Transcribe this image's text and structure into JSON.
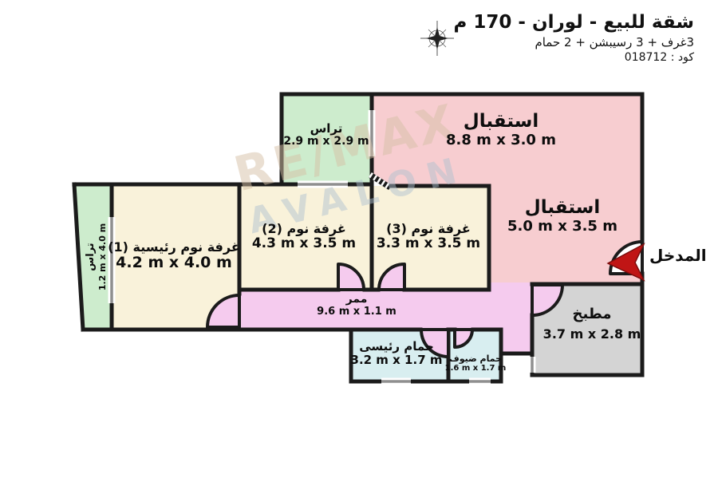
{
  "header": {
    "title": "شقة للبيع - لوران - 170 م",
    "subtitle": "3غرف + 3 رسيبشن + 2 حمام",
    "code": "كود : 018712"
  },
  "entrance": {
    "label": "المدخل"
  },
  "watermark": {
    "line1": "RE/MAX",
    "line2": "AVALON"
  },
  "rooms": {
    "top_terrace": {
      "name": "تراس",
      "dims": "2.9 m x 2.9 m"
    },
    "reception_main": {
      "name": "استقبال",
      "dims": "8.8 m x 3.0 m"
    },
    "reception_second": {
      "name": "استقبال",
      "dims": "5.0 m x 3.5 m"
    },
    "master_bedroom": {
      "name": "غرفة نوم رئيسية (1)",
      "dims": "4.2 m x 4.0 m"
    },
    "side_terrace": {
      "name": "تراس",
      "dims": "1.2 m x 4.0 m"
    },
    "bedroom_2": {
      "name": "غرفة نوم (2)",
      "dims": "4.3 m x 3.5 m"
    },
    "bedroom_3": {
      "name": "غرفة نوم (3)",
      "dims": "3.3 m x 3.5 m"
    },
    "corridor": {
      "name": "ممر",
      "dims": "9.6 m x 1.1 m"
    },
    "master_bathroom": {
      "name": "حمام رئيسى",
      "dims": "3.2 m x 1.7 m"
    },
    "guest_bathroom": {
      "name": "حمام ضيوف",
      "dims": "1.6 m x 1.7 m"
    },
    "kitchen": {
      "name": "مطبخ",
      "dims": "3.7 m x 2.8 m"
    }
  },
  "colors": {
    "wall": "#1b1b1b",
    "terrace": "#cdeccd",
    "reception": "#f7cdd0",
    "bedroom": "#f9f2da",
    "corridor": "#f5cbee",
    "bathroom": "#d8eef0",
    "kitchen": "#d4d4d4",
    "window_sill": "#8f8f8f",
    "entrance_arrow": "#c01515",
    "outside": "#ffffff"
  }
}
